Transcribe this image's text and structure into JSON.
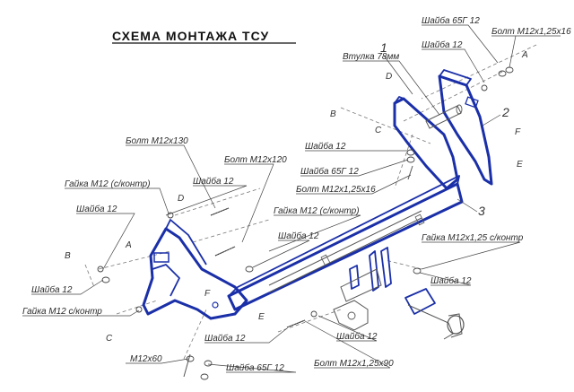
{
  "title": "СХЕМА МОНТАЖА ТСУ",
  "labels": {
    "shayba_65g_12_top": "Шайба 65Г 12",
    "bolt_m12_125_16": "Болт M12x1,25x16",
    "shayba_12_top": "Шайба 12",
    "vtulka_78": "Втулка 78мм",
    "bolt_m12_130": "Болт М12х130",
    "shayba_12_mid": "Шайба 12",
    "bolt_m12_120": "Болт М12х120",
    "shayba_65g_12_mid": "Шайба 65Г 12",
    "gayka_m12_left": "Гайка М12 (с/контр)",
    "shayba_12_upper": "Шайба 12",
    "bolt_m12_125_16_mid": "Болт M12x1,25x16",
    "shayba_12_left": "Шайба 12",
    "gayka_m12_center": "Гайка М12 (с/контр)",
    "shayba_12_center": "Шайба 12",
    "gayka_m12_125_right": "Гайка М12х1,25 с/контр",
    "shayba_12_lleft": "Шайба 12",
    "gayka_m12_bottom_left": "Гайка М12 с/контр",
    "shayba_12_right": "Шайба 12",
    "shayba_12_bottom": "Шайба 12",
    "shayba_12_bottom2": "Шайба 12",
    "m12x60": "М12х60",
    "shayba_65g_12_bottom": "Шайба 65Г 12",
    "bolt_m12_125_90": "Болт М12х1,25х90"
  },
  "letters": {
    "A_right": "A",
    "D_top": "D",
    "B_top": "B",
    "C_top": "C",
    "F_right": "F",
    "E_right": "E",
    "D_left": "D",
    "A_left": "A",
    "B_left": "B",
    "F_left": "F",
    "E_left": "E",
    "C_left": "C"
  },
  "numbers": {
    "n1": "1",
    "n2": "2",
    "n3": "3"
  }
}
